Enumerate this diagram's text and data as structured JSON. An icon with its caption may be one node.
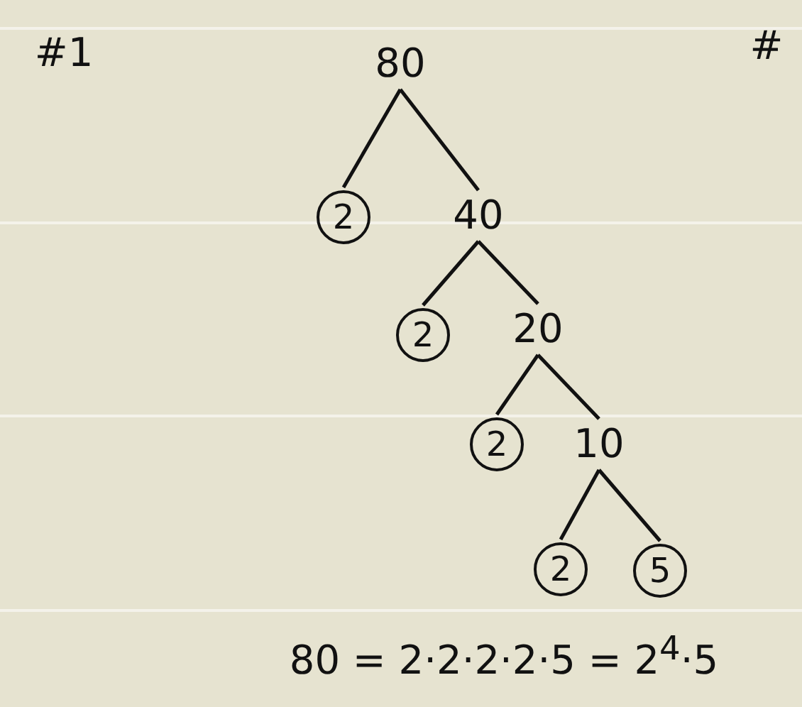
{
  "diagram": {
    "nodes": [
      {
        "text": [
          "80"
        ]
      },
      {
        "text": [
          "2"
        ]
      },
      {
        "text": [
          "40"
        ]
      },
      {
        "text": [
          "2"
        ]
      },
      {
        "text": [
          "20"
        ]
      },
      {
        "text": [
          "2"
        ]
      },
      {
        "text": [
          "10"
        ]
      },
      {
        "text": [
          "2"
        ]
      },
      {
        "text": [
          "5"
        ]
      }
    ],
    "edges": [
      {
        "from": 0,
        "to": 1,
        "arrow": "none"
      },
      {
        "from": 0,
        "to": 2,
        "arrow": "none"
      },
      {
        "from": 2,
        "to": 3,
        "arrow": "none"
      },
      {
        "from": 2,
        "to": 4,
        "arrow": "none"
      },
      {
        "from": 4,
        "to": 5,
        "arrow": "none"
      },
      {
        "from": 4,
        "to": 6,
        "arrow": "none"
      },
      {
        "from": 6,
        "to": 7,
        "arrow": "none"
      },
      {
        "from": 6,
        "to": 8,
        "arrow": "none"
      }
    ],
    "labels": [
      "#1",
      "#",
      "80 = 2·2·2·2·5 = 2$^{4}$·5"
    ]
  }
}
